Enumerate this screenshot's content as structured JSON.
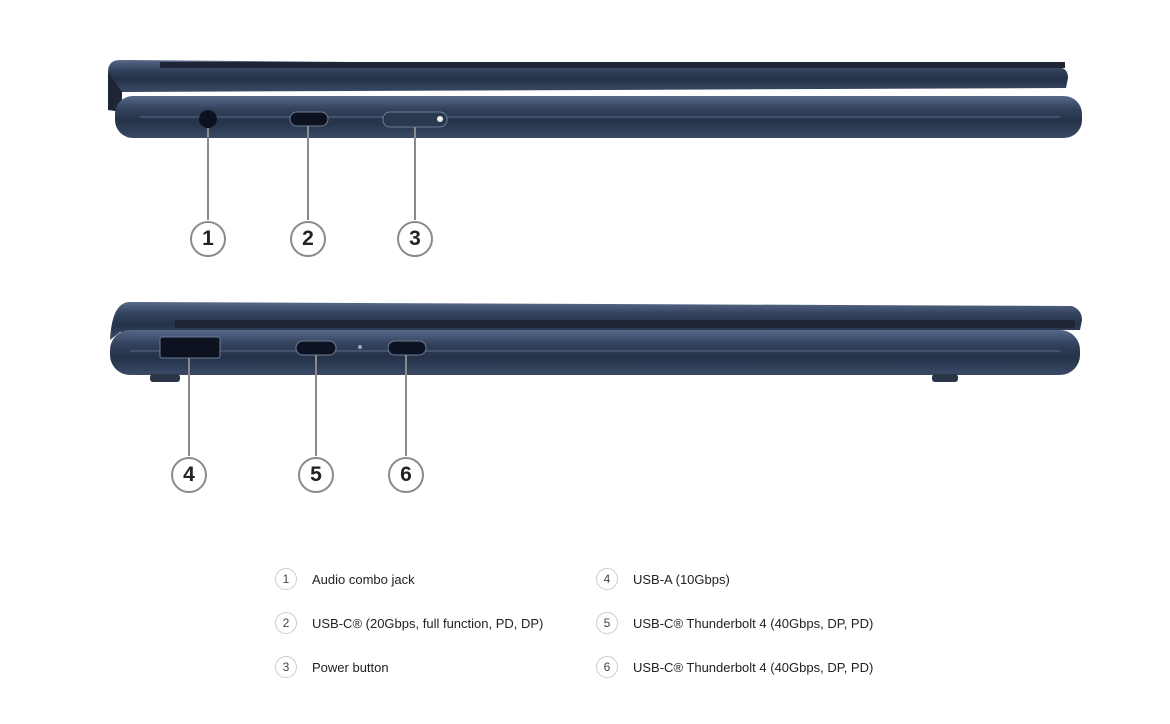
{
  "colors": {
    "chassis": "#2f3d55",
    "chassis_highlight": "#5c6e8a",
    "port": "#0d1220",
    "leader": "#8a8a8a"
  },
  "callouts": [
    "1",
    "2",
    "3",
    "4",
    "5",
    "6"
  ],
  "legend": [
    {
      "num": "1",
      "label": "Audio combo jack"
    },
    {
      "num": "2",
      "label": "USB-C® (20Gbps, full function, PD, DP)"
    },
    {
      "num": "3",
      "label": "Power button"
    },
    {
      "num": "4",
      "label": "USB-A (10Gbps)"
    },
    {
      "num": "5",
      "label": "USB-C® Thunderbolt 4 (40Gbps, DP, PD)"
    },
    {
      "num": "6",
      "label": "USB-C® Thunderbolt 4 (40Gbps, DP, PD)"
    }
  ]
}
